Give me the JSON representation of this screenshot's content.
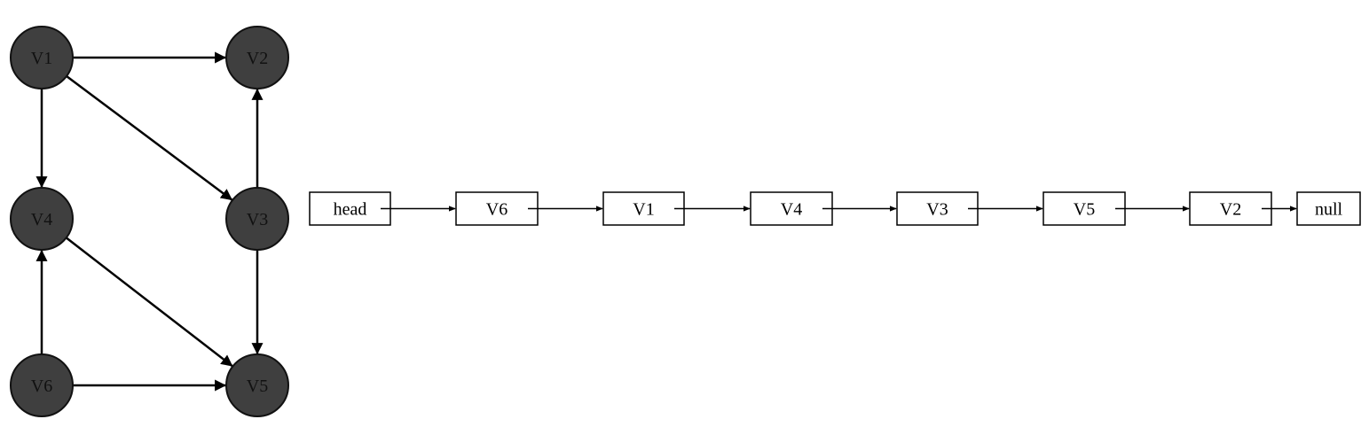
{
  "graph": {
    "nodes": [
      {
        "id": "v1",
        "label": "V1"
      },
      {
        "id": "v2",
        "label": "V2"
      },
      {
        "id": "v3",
        "label": "V3"
      },
      {
        "id": "v4",
        "label": "V4"
      },
      {
        "id": "v5",
        "label": "V5"
      },
      {
        "id": "v6",
        "label": "V6"
      }
    ],
    "edges": [
      {
        "from": "v1",
        "to": "v2"
      },
      {
        "from": "v1",
        "to": "v3"
      },
      {
        "from": "v1",
        "to": "v4"
      },
      {
        "from": "v3",
        "to": "v2"
      },
      {
        "from": "v3",
        "to": "v5"
      },
      {
        "from": "v4",
        "to": "v5"
      },
      {
        "from": "v6",
        "to": "v4"
      },
      {
        "from": "v6",
        "to": "v5"
      }
    ],
    "node_fill": "#3f3f3f",
    "node_stroke": "#111111",
    "edge_color": "#000000"
  },
  "list": {
    "cells": [
      "head",
      "V6",
      "V1",
      "V4",
      "V3",
      "V5",
      "V2",
      "null"
    ],
    "cell_stroke": "#000000"
  }
}
